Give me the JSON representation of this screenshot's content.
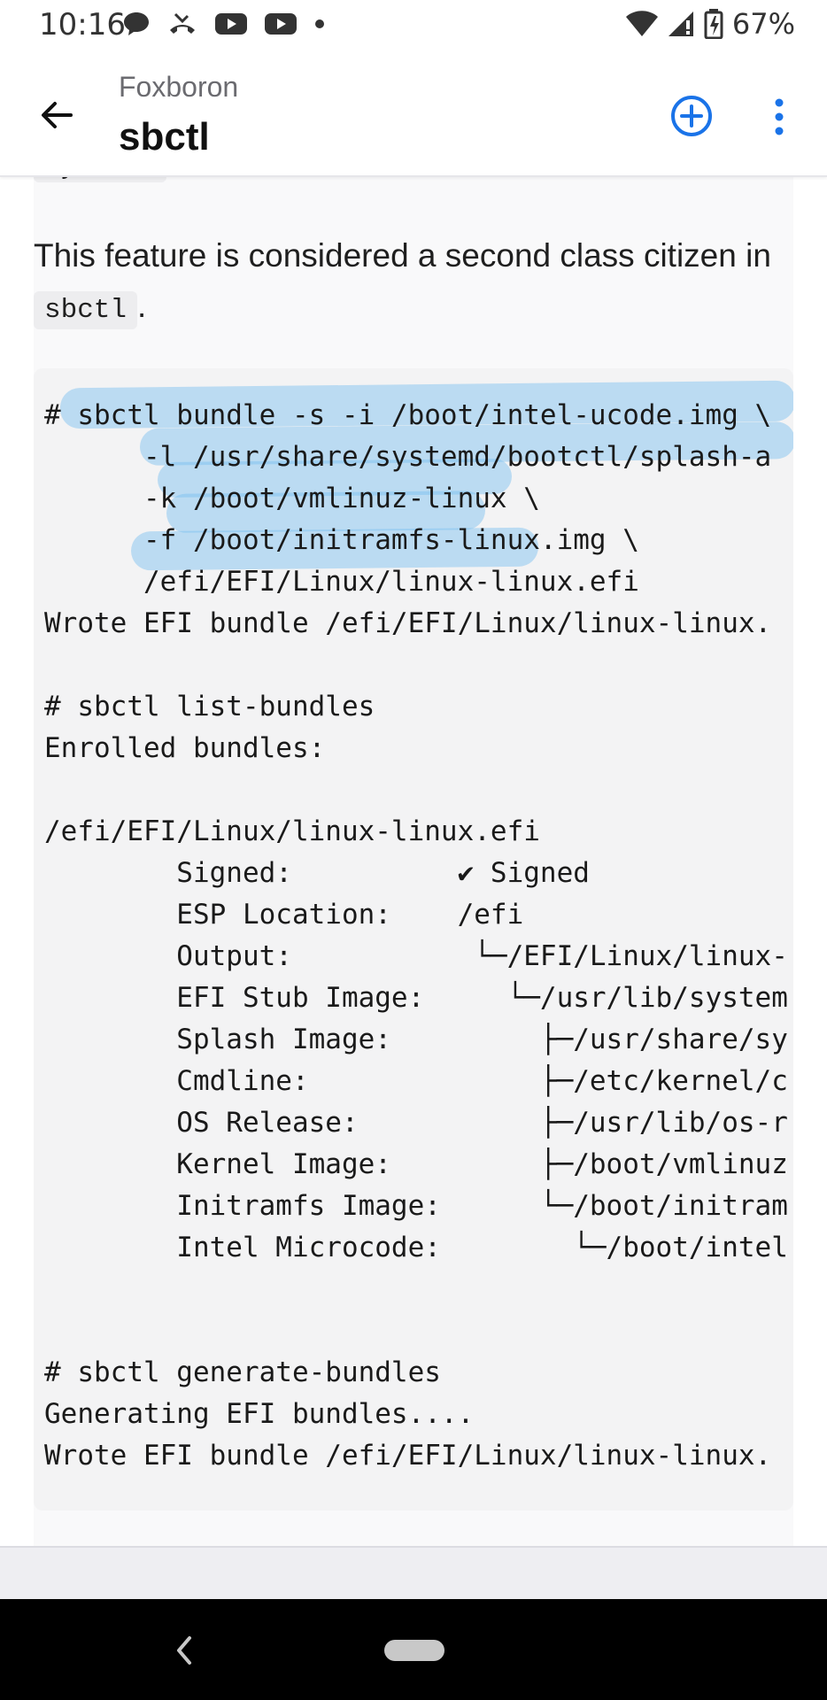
{
  "status_bar": {
    "time": "10:16",
    "battery": "67%",
    "icons": [
      "chat-icon",
      "call-missed-icon",
      "youtube-icon",
      "youtube-icon",
      "dot-icon",
      "wifi-icon",
      "signal-icon",
      "battery-icon"
    ]
  },
  "app_bar": {
    "subtitle": "Foxboron",
    "title": "sbctl",
    "back_icon": "arrow-left-icon",
    "add_icon": "add-circle-icon",
    "more_icon": "more-vert-icon"
  },
  "content": {
    "clipped_code": "systemd",
    "clipped_suffix": ".",
    "para_before": "This feature is considered a second class citizen in ",
    "para_code": "sbctl",
    "para_after": ".",
    "code_lines": [
      "# sbctl bundle -s -i /boot/intel-ucode.img \\",
      "      -l /usr/share/systemd/bootctl/splash-a",
      "      -k /boot/vmlinuz-linux \\",
      "      -f /boot/initramfs-linux.img \\",
      "      /efi/EFI/Linux/linux-linux.efi",
      "Wrote EFI bundle /efi/EFI/Linux/linux-linux.",
      "",
      "# sbctl list-bundles",
      "Enrolled bundles:",
      "",
      "/efi/EFI/Linux/linux-linux.efi",
      "        Signed:          ✔ Signed",
      "        ESP Location:    /efi",
      "        Output:           └─/EFI/Linux/linux-",
      "        EFI Stub Image:     └─/usr/lib/system",
      "        Splash Image:         ├─/usr/share/sy",
      "        Cmdline:              ├─/etc/kernel/c",
      "        OS Release:           ├─/usr/lib/os-r",
      "        Kernel Image:         ├─/boot/vmlinuz",
      "        Initramfs Image:      └─/boot/initram",
      "        Intel Microcode:        └─/boot/intel",
      "",
      "",
      "# sbctl generate-bundles",
      "Generating EFI bundles....",
      "Wrote EFI bundle /efi/EFI/Linux/linux-linux."
    ]
  },
  "colors": {
    "accent": "#1a73e8",
    "highlight": "#78bef0"
  }
}
